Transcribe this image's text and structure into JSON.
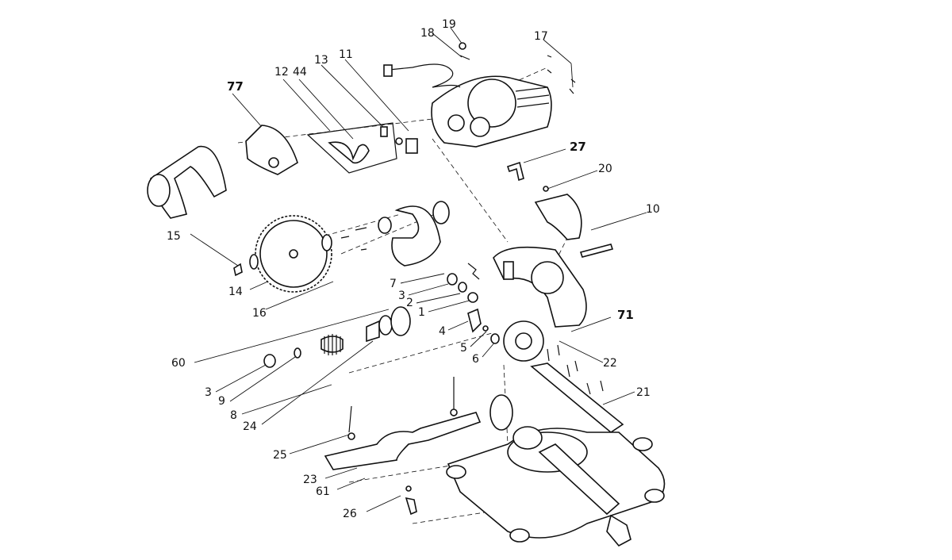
{
  "diagram": {
    "labels": [
      {
        "id": "77",
        "text": "77"
      },
      {
        "id": "44",
        "text": "44"
      },
      {
        "id": "12",
        "text": "12"
      },
      {
        "id": "13",
        "text": "13"
      },
      {
        "id": "11",
        "text": "11"
      },
      {
        "id": "18",
        "text": "18"
      },
      {
        "id": "19",
        "text": "19"
      },
      {
        "id": "17",
        "text": "17"
      },
      {
        "id": "27",
        "text": "27"
      },
      {
        "id": "20",
        "text": "20"
      },
      {
        "id": "10",
        "text": "10"
      },
      {
        "id": "15",
        "text": "15"
      },
      {
        "id": "14",
        "text": "14"
      },
      {
        "id": "16",
        "text": "16"
      },
      {
        "id": "7",
        "text": "7"
      },
      {
        "id": "3a",
        "text": "3"
      },
      {
        "id": "2",
        "text": "2"
      },
      {
        "id": "1",
        "text": "1"
      },
      {
        "id": "71",
        "text": "71"
      },
      {
        "id": "4",
        "text": "4"
      },
      {
        "id": "5",
        "text": "5"
      },
      {
        "id": "6",
        "text": "6"
      },
      {
        "id": "60",
        "text": "60"
      },
      {
        "id": "3b",
        "text": "3"
      },
      {
        "id": "9",
        "text": "9"
      },
      {
        "id": "8",
        "text": "8"
      },
      {
        "id": "24",
        "text": "24"
      },
      {
        "id": "22",
        "text": "22"
      },
      {
        "id": "21",
        "text": "21"
      },
      {
        "id": "25",
        "text": "25"
      },
      {
        "id": "23",
        "text": "23"
      },
      {
        "id": "61",
        "text": "61"
      },
      {
        "id": "26",
        "text": "26"
      }
    ]
  }
}
